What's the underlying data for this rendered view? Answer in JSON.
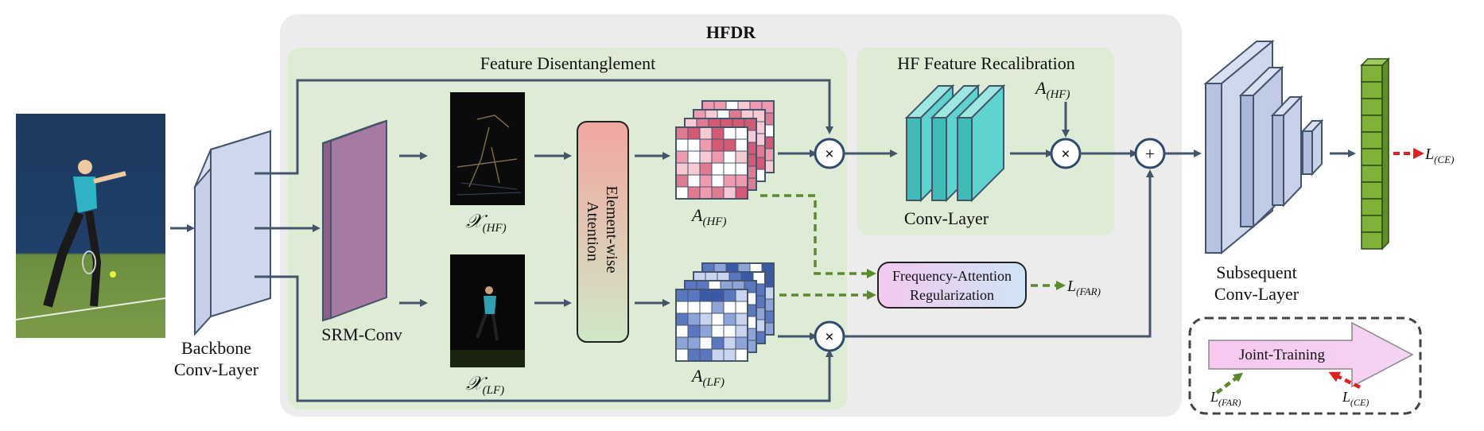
{
  "title": "HFDR",
  "panels": {
    "disentangle": "Feature Disentanglement",
    "recal": "HF Feature Recalibration"
  },
  "labels": {
    "backbone_1": "Backbone",
    "backbone_2": "Conv-Layer",
    "srm": "SRM-Conv",
    "ew_1": "Element-wise",
    "ew_2": "Attention",
    "conv_layer": "Conv-Layer",
    "subseq_1": "Subsequent",
    "subseq_2": "Conv-Layer",
    "far_1": "Frequency-Attention",
    "far_2": "Regularization",
    "joint": "Joint-Training"
  },
  "math": {
    "x_hf": {
      "base": "𝒳",
      "sub": "(HF)"
    },
    "x_lf": {
      "base": "𝒳",
      "sub": "(LF)"
    },
    "a_hf": {
      "base": "A",
      "sub": "(HF)"
    },
    "a_lf": {
      "base": "A",
      "sub": "(LF)"
    },
    "a_hf_recal": {
      "base": "A",
      "sub": "(HF)"
    },
    "l_far": {
      "base": "L",
      "sub": "(FAR)"
    },
    "l_ce": {
      "base": "L",
      "sub": "(CE)"
    },
    "l_far_joint": {
      "base": "L",
      "sub": "(FAR)"
    },
    "l_ce_joint": {
      "base": "L",
      "sub": "(CE)"
    }
  },
  "operators": {
    "multiply": "×",
    "add": "+"
  },
  "colors": {
    "arrow": "#44546a",
    "green_arrow": "#5b8a2e",
    "red_arrow": "#e02020",
    "hfdr_bg": "#ececec",
    "panel_bg": "#deebd5",
    "srm": "#a77aa3",
    "teal": "#5fd3cf",
    "backbone": "#cfd7ec",
    "attn_hf": "#e07a90",
    "attn_lf": "#5a78c0",
    "out_green": "#7fb236"
  }
}
